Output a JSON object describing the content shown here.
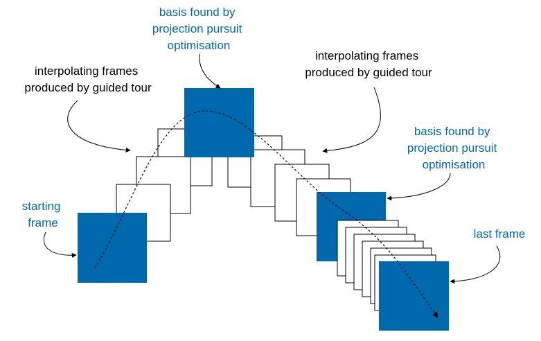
{
  "colors": {
    "key_frame": "#0068ad",
    "blue_text": "#0068ad",
    "black_text": "#000000",
    "frame_fill": "#ffffff"
  },
  "labels": {
    "basis_top": [
      "basis found by",
      "projection pursuit",
      "optimisation"
    ],
    "interp_left": [
      "interpolating frames",
      "produced by guided tour"
    ],
    "interp_right": [
      "interpolating frames",
      "produced by guided tour"
    ],
    "basis_right": [
      "basis found by",
      "projection pursuit",
      "optimisation"
    ],
    "starting": [
      "starting",
      "frame"
    ],
    "last": [
      "last frame"
    ]
  }
}
